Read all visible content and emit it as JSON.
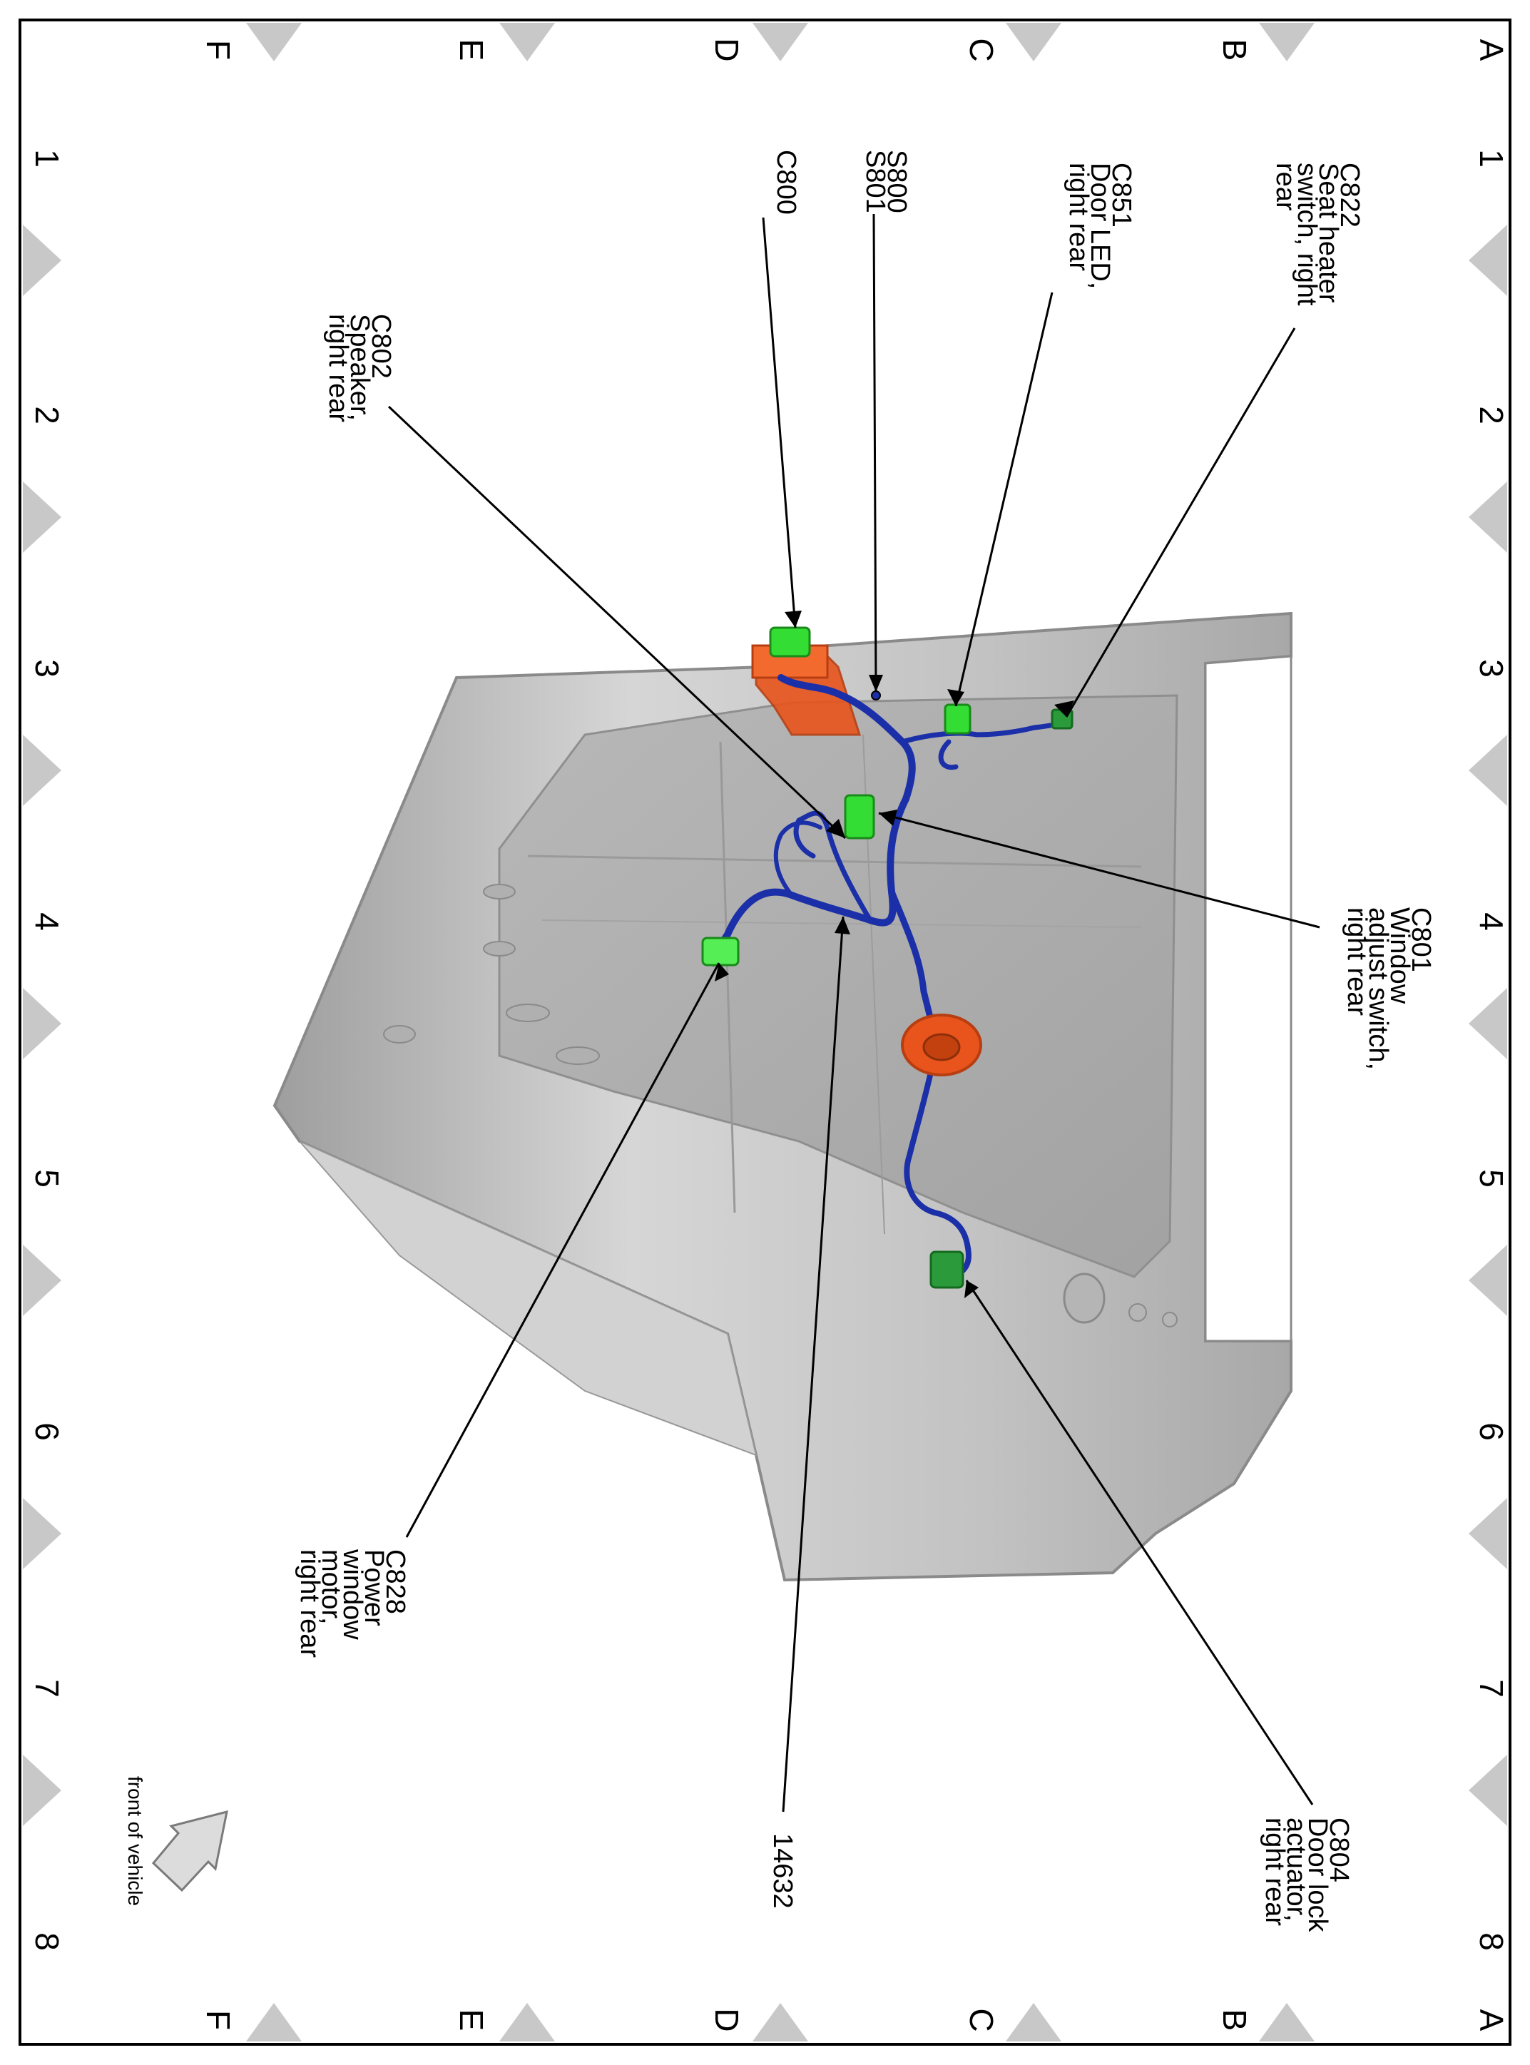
{
  "grid": {
    "rows": [
      "A",
      "B",
      "C",
      "D",
      "E",
      "F"
    ],
    "cols": [
      "1",
      "2",
      "3",
      "4",
      "5",
      "6",
      "7",
      "8"
    ]
  },
  "callouts": {
    "c822": [
      "C822",
      "Seat heater",
      "switch, right",
      "rear"
    ],
    "c851": [
      "C851",
      "Door LED,",
      "right rear"
    ],
    "s800": [
      "S800",
      "S801"
    ],
    "c800": [
      "C800"
    ],
    "c802": [
      "C802",
      "Speaker,",
      "right rear"
    ],
    "c801": [
      "C801",
      "Window",
      "adjust switch,",
      "right rear"
    ],
    "c828": [
      "C828",
      "Power",
      "window",
      "motor,",
      "right rear"
    ],
    "part": [
      "14632"
    ],
    "c804": [
      "C804",
      "Door lock",
      "actuator,",
      "right rear"
    ]
  },
  "orientation": {
    "label": "front of vehicle",
    "icon": "arrow-icon"
  },
  "colors": {
    "harness": "#1b2fa8",
    "connector": "#33dd33",
    "connector_dark": "#2a9a3a",
    "grommet": "#e8541c",
    "panel": "#c4c4c4",
    "marker": "#c8c8c8"
  }
}
